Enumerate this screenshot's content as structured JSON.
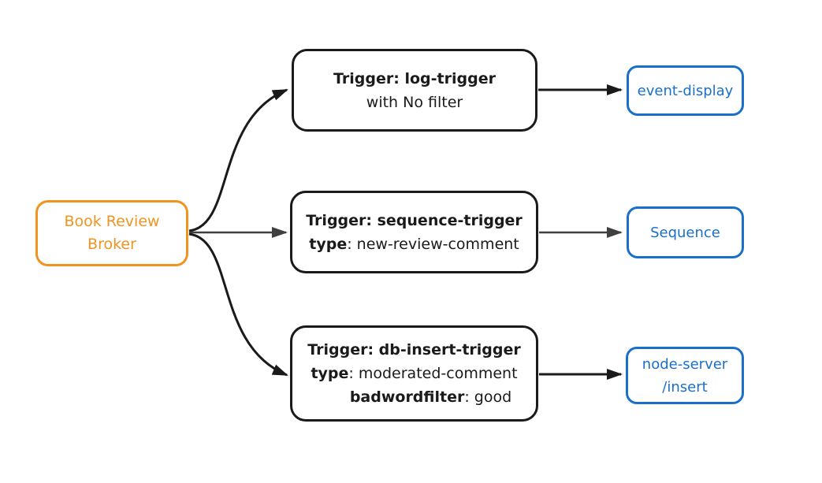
{
  "colors": {
    "orange": "#F0941F",
    "blue": "#1A70C8",
    "ink": "#1A1A1A",
    "arrow_gray": "#3F3F3F",
    "background": "#FFFFFF"
  },
  "broker": {
    "lines": [
      "Book Review",
      "Broker"
    ]
  },
  "triggers": [
    {
      "heading": "Trigger: log-trigger",
      "details": [
        {
          "bold": "",
          "text": "with No filter"
        }
      ]
    },
    {
      "heading": "Trigger: sequence-trigger",
      "details": [
        {
          "bold": "type",
          "text": ": new-review-comment"
        }
      ]
    },
    {
      "heading": "Trigger: db-insert-trigger",
      "details": [
        {
          "bold": "type",
          "text": ": moderated-comment"
        },
        {
          "bold": "badwordfilter",
          "text": ": good"
        }
      ]
    }
  ],
  "sinks": [
    {
      "lines": [
        "event-display"
      ]
    },
    {
      "lines": [
        "Sequence"
      ]
    },
    {
      "lines": [
        "node-server",
        "/insert"
      ]
    }
  ],
  "edges": [
    {
      "from": "Book Review Broker",
      "to": "Trigger: log-trigger"
    },
    {
      "from": "Book Review Broker",
      "to": "Trigger: sequence-trigger"
    },
    {
      "from": "Book Review Broker",
      "to": "Trigger: db-insert-trigger"
    },
    {
      "from": "Trigger: log-trigger",
      "to": "event-display"
    },
    {
      "from": "Trigger: sequence-trigger",
      "to": "Sequence"
    },
    {
      "from": "Trigger: db-insert-trigger",
      "to": "node-server /insert"
    }
  ]
}
